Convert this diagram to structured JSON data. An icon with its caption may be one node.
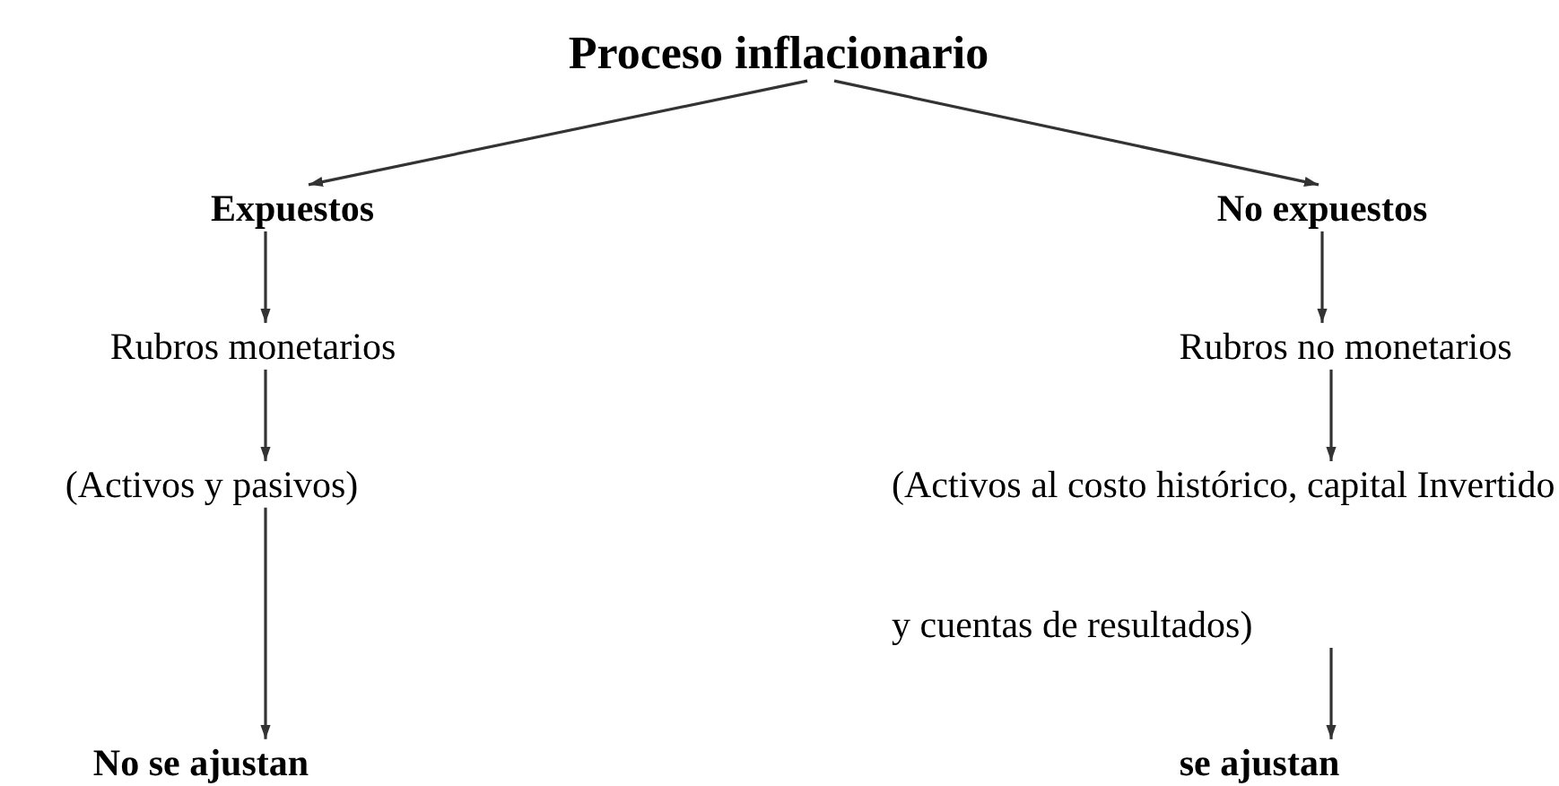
{
  "diagram": {
    "nodes": [
      {
        "text": [
          "Proceso inflacionario"
        ]
      },
      {
        "text": [
          "Expuestos"
        ]
      },
      {
        "text": [
          "No expuestos"
        ]
      },
      {
        "text": [
          "Rubros monetarios"
        ]
      },
      {
        "text": [
          "Rubros no monetarios"
        ]
      },
      {
        "text": [
          "(Activos y pasivos)"
        ]
      },
      {
        "text": [
          "(Activos al costo histórico, capital Invertido y cuentas de resultados)"
        ]
      },
      {
        "text": [
          "No se ajustan"
        ]
      },
      {
        "text": [
          "se ajustan"
        ]
      }
    ],
    "edges": [
      {
        "from": 0,
        "to": 1,
        "arrow": "to"
      },
      {
        "from": 0,
        "to": 2,
        "arrow": "to"
      },
      {
        "from": 1,
        "to": 3,
        "arrow": "to"
      },
      {
        "from": 2,
        "to": 4,
        "arrow": "to"
      },
      {
        "from": 3,
        "to": 5,
        "arrow": "to"
      },
      {
        "from": 4,
        "to": 6,
        "arrow": "to"
      },
      {
        "from": 5,
        "to": 7,
        "arrow": "to"
      },
      {
        "from": 6,
        "to": 8,
        "arrow": "to"
      }
    ]
  }
}
